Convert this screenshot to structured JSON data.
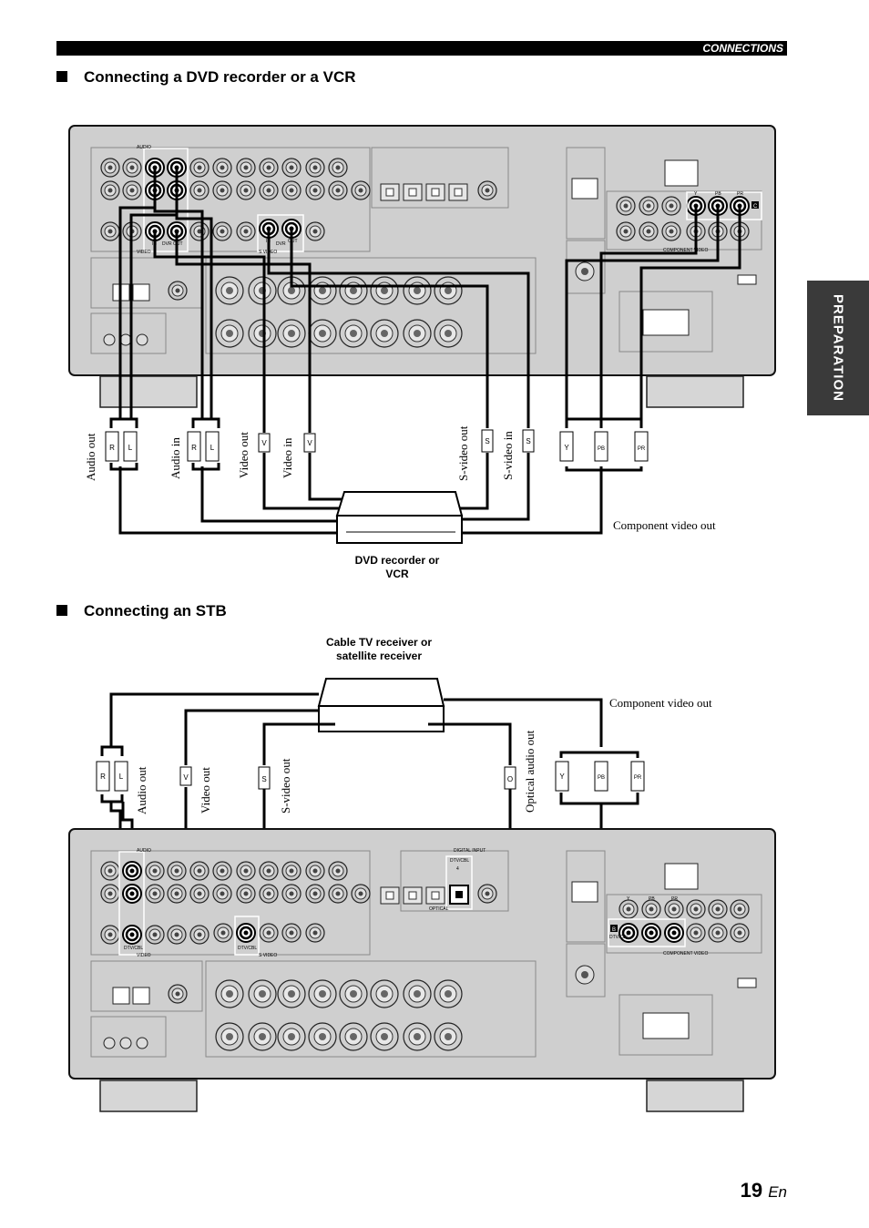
{
  "header": {
    "section": "CONNECTIONS"
  },
  "side_tab": "PREPARATION",
  "page": {
    "number": "19",
    "lang": "En"
  },
  "section1": {
    "title": "Connecting a DVD recorder or a VCR",
    "device": "DVD recorder or VCR",
    "panel_labels": {
      "audio": "AUDIO",
      "video": "VIDEO",
      "svideo": "S VIDEO",
      "dvr": "DVR",
      "in": "IN",
      "out": "OUT",
      "component_video": "COMPONENT VIDEO",
      "y": "Y",
      "pb": "PB",
      "pr": "PR",
      "badge": "C"
    },
    "captions": {
      "audio_out": "Audio out",
      "audio_in": "Audio in",
      "video_out": "Video out",
      "video_in": "Video in",
      "svideo_out": "S-video out",
      "svideo_in": "S-video in",
      "component_out": "Component video out"
    },
    "plugs": {
      "r": "R",
      "l": "L",
      "v": "V",
      "s": "S",
      "y": "Y",
      "pb": "PB",
      "pr": "PR"
    }
  },
  "section2": {
    "title": "Connecting an STB",
    "device": "Cable TV receiver or satellite receiver",
    "panel_labels": {
      "audio": "AUDIO",
      "video": "VIDEO",
      "svideo": "S VIDEO",
      "dtvcbl": "DTV/CBL",
      "digital_input": "DIGITAL INPUT",
      "optical": "OPTICAL",
      "component_video": "COMPONENT VIDEO",
      "y": "Y",
      "pb": "PB",
      "pr": "PR",
      "badge": "B",
      "num": "4"
    },
    "captions": {
      "audio_out": "Audio out",
      "video_out": "Video out",
      "svideo_out": "S-video out",
      "optical_out": "Optical audio out",
      "component_out": "Component video out"
    },
    "plugs": {
      "r": "R",
      "l": "L",
      "v": "V",
      "s": "S",
      "o": "O",
      "y": "Y",
      "pb": "PB",
      "pr": "PR"
    }
  }
}
